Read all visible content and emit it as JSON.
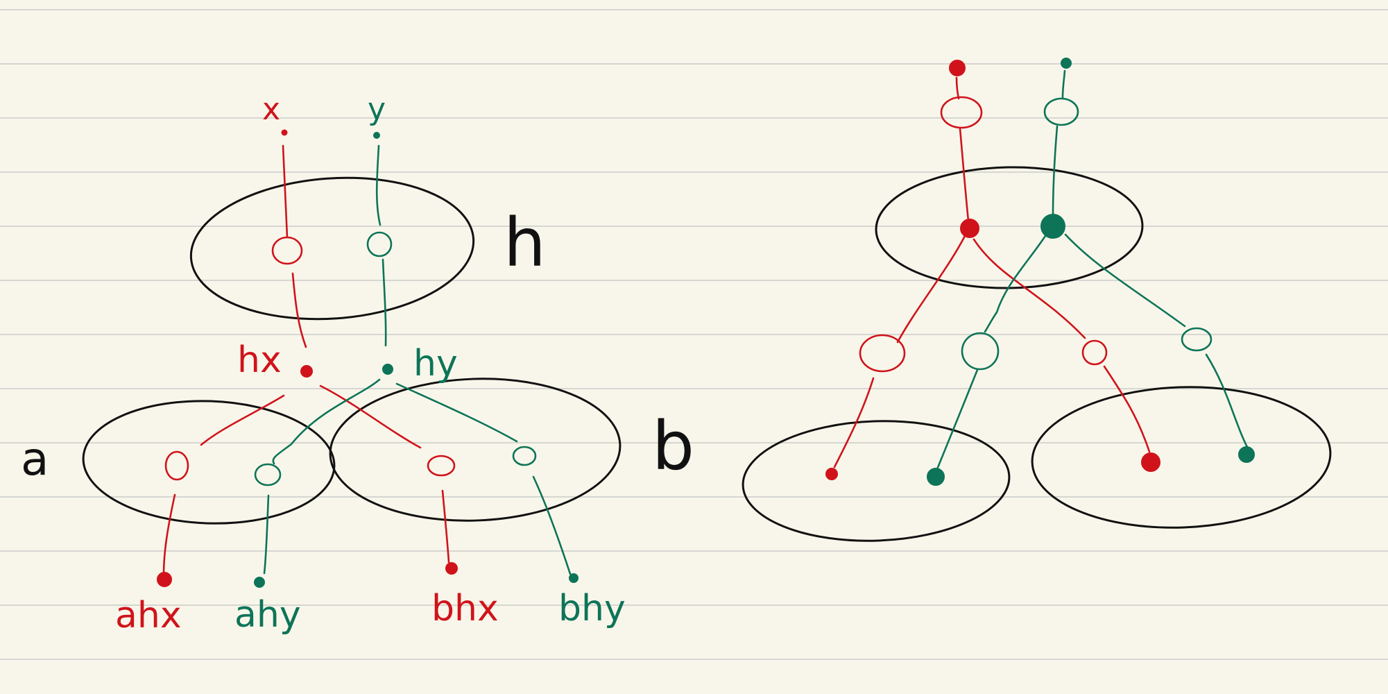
{
  "colors": {
    "paper": "#f8f6ea",
    "rule": "#d6d6d2",
    "ink": "#111111",
    "red": "#d0131b",
    "green": "#0d7458"
  },
  "left_diagram": {
    "inputs": {
      "x": "x",
      "y": "y"
    },
    "sets": {
      "h": "h",
      "a": "a",
      "b": "b"
    },
    "intermediate": {
      "hx": "hx",
      "hy": "hy"
    },
    "outputs": {
      "ahx": "ahx",
      "ahy": "ahy",
      "bhx": "bhx",
      "bhy": "bhy"
    }
  },
  "right_diagram": {}
}
